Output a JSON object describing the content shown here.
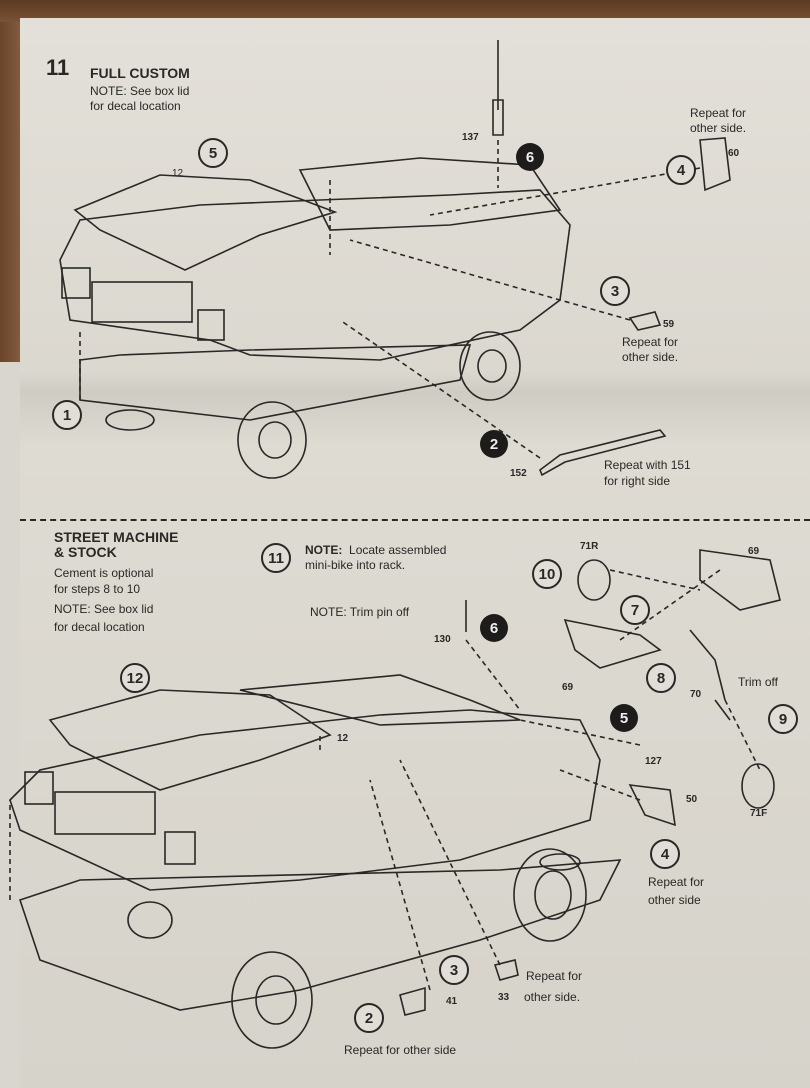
{
  "top": {
    "step_number": "11",
    "title": "FULL CUSTOM",
    "note_line1": "NOTE: See box lid",
    "note_line2": "for decal location",
    "callouts": {
      "step1": "1",
      "step2": "2",
      "step3": "3",
      "step4": "4",
      "step5": "5",
      "step6": "6"
    },
    "parts": {
      "hood": "12",
      "antenna": "137",
      "window": "60",
      "mirror": "59",
      "pipe": "152"
    },
    "repeat_60_line1": "Repeat for",
    "repeat_60_line2": "other side.",
    "repeat_59_line1": "Repeat for",
    "repeat_59_line2": "other side.",
    "repeat_152_line1": "Repeat with 151",
    "repeat_152_line2": "for right side"
  },
  "bottom": {
    "title_line1": "STREET MACHINE",
    "title_line2": "& STOCK",
    "cement_line1": "Cement is optional",
    "cement_line2": "for steps 8 to 10",
    "note_line1": "NOTE: See box lid",
    "note_line2": "for decal location",
    "step11": "11",
    "minibike_note_label": "NOTE:",
    "minibike_note_line1": "Locate assembled",
    "minibike_note_line2": "mini-bike into rack.",
    "trim_pin_note": "NOTE: Trim pin off",
    "trim_off": "Trim off",
    "callouts": {
      "step2": "2",
      "step3": "3",
      "step4": "4",
      "step5": "5",
      "step6": "6",
      "step7": "7",
      "step8": "8",
      "step9": "9",
      "step10": "10",
      "step12": "12"
    },
    "parts": {
      "pin": "130",
      "rear_wheel": "71R",
      "rack": "69",
      "frame": "69",
      "fork": "70",
      "front_wheel": "71F",
      "hood": "12",
      "mirror": "127",
      "window": "50",
      "part41": "41",
      "part33": "33"
    },
    "repeat_4_line1": "Repeat for",
    "repeat_4_line2": "other side",
    "repeat_33_line1": "Repeat for",
    "repeat_33_line2": "other side.",
    "repeat_2": "Repeat for other side"
  }
}
